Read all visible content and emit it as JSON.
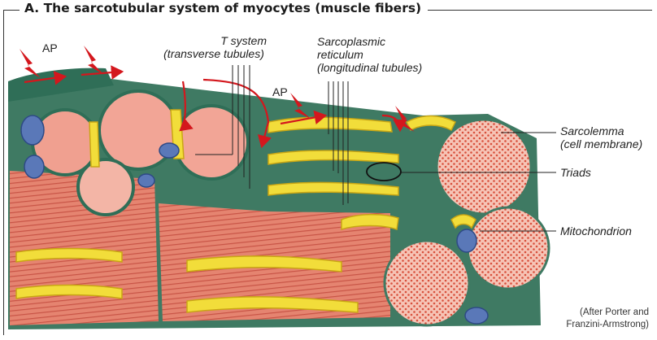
{
  "title": "A. The sarcotubular system of myocytes (muscle fibers)",
  "labels": {
    "ap": "AP",
    "t_system_1": "T system",
    "t_system_2": "(transverse tubules)",
    "sr_1": "Sarcoplasmic",
    "sr_2": "reticulum",
    "sr_3": "(longitudinal tubules)",
    "sarcolemma_1": "Sarcolemma",
    "sarcolemma_2": "(cell membrane)",
    "triads": "Triads",
    "mitochondrion": "Mitochondrion"
  },
  "credit": {
    "line1": "(After Porter and",
    "line2": "Franzini-Armstrong)"
  },
  "colors": {
    "membrane": "#3f7a63",
    "myofibril": "#e88a76",
    "myofibril_light": "#f3b5a6",
    "reticulum": "#f2dd3a",
    "mitochondrion": "#5a78b8",
    "ap_arrow": "#d4171d"
  }
}
